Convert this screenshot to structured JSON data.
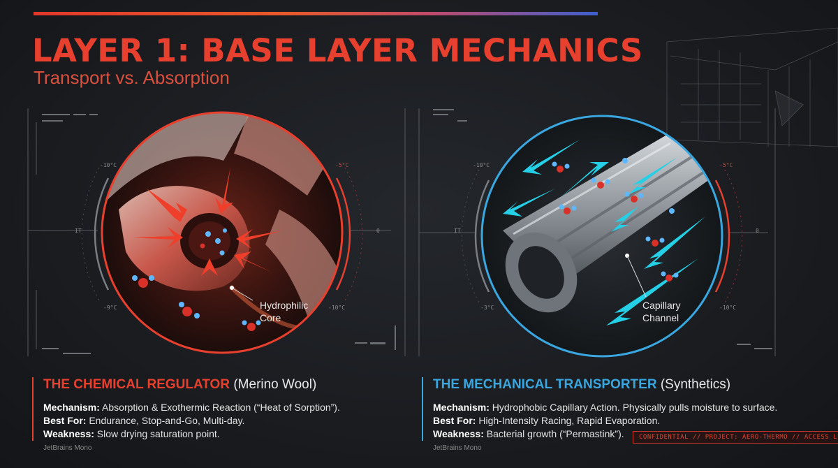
{
  "header": {
    "title": "LAYER 1: BASE LAYER MECHANICS",
    "subtitle": "Transport vs. Absorption"
  },
  "colors": {
    "accent_red": "#e8402e",
    "accent_blue": "#3aa7e0",
    "background": "#1b1d21"
  },
  "left_panel": {
    "dial_labels": {
      "top_left": "-10°C",
      "top_right": "-5°C",
      "mid_left": "IT",
      "mid_right": "0",
      "bottom_left": "-9°C",
      "bottom_right": "-10°C"
    },
    "callout": "Hydrophilic\nCore",
    "title_highlight": "THE CHEMICAL REGULATOR",
    "title_rest": " (Merino Wool)",
    "rows": [
      {
        "label": "Mechanism:",
        "text": " Absorption & Exothermic Reaction (“Heat of Sorption”)."
      },
      {
        "label": "Best For:",
        "text": " Endurance, Stop-and-Go, Multi-day."
      },
      {
        "label": "Weakness:",
        "text": " Slow drying saturation point."
      }
    ],
    "font_note": "JetBrains Mono"
  },
  "right_panel": {
    "dial_labels": {
      "top_left": "-10°C",
      "top_right": "-5°C",
      "mid_left": "IT",
      "mid_right": "0",
      "bottom_left": "-3°C",
      "bottom_right": "-10°C"
    },
    "callout": "Capillary\nChannel",
    "title_highlight": "THE MECHANICAL TRANSPORTER",
    "title_rest": " (Synthetics)",
    "rows": [
      {
        "label": "Mechanism:",
        "text": " Hydrophobic Capillary Action. Physically pulls moisture to surface."
      },
      {
        "label": "Best For:",
        "text": " High-Intensity Racing, Rapid Evaporation."
      },
      {
        "label": "Weakness:",
        "text": " Bacterial growth (“Permastink”)."
      }
    ],
    "font_note": "JetBrains Mono"
  },
  "stamp": "CONFIDENTIAL // PROJECT: AERO-THERMO // ACCESS LEVEL: A"
}
